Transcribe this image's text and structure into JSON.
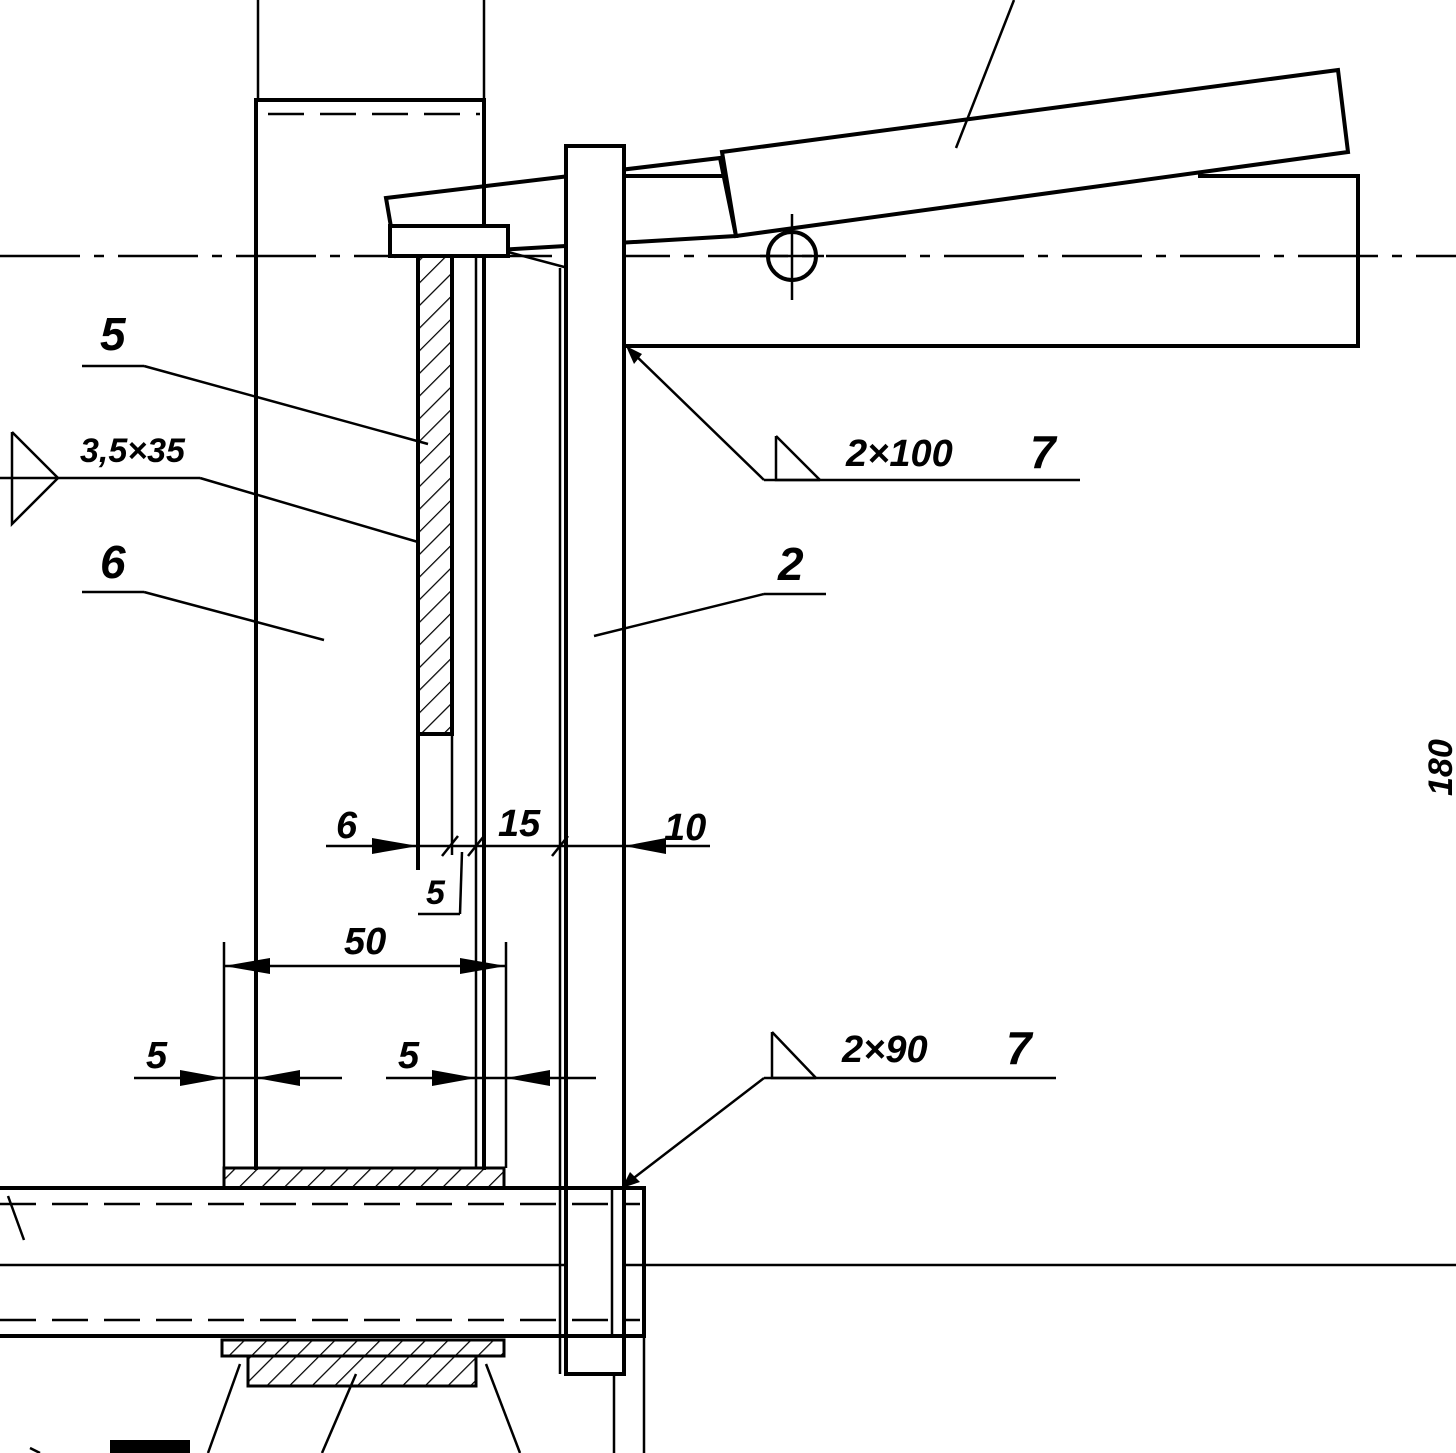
{
  "labels": {
    "part_5": "5",
    "part_6": "6",
    "part_2": "2",
    "weld_top_size": "2×100",
    "weld_top_part": "7",
    "weld_bottom_size": "2×90",
    "weld_bottom_part": "7",
    "weld_left_size": "3,5×35",
    "overall_height": "180"
  },
  "dimensions": {
    "d6": "6",
    "d5_small": "5",
    "d15": "15",
    "d10": "10",
    "d50": "50",
    "d5_left": "5",
    "d5_right": "5"
  },
  "colors": {
    "ink": "#000000",
    "paper": "#ffffff"
  }
}
